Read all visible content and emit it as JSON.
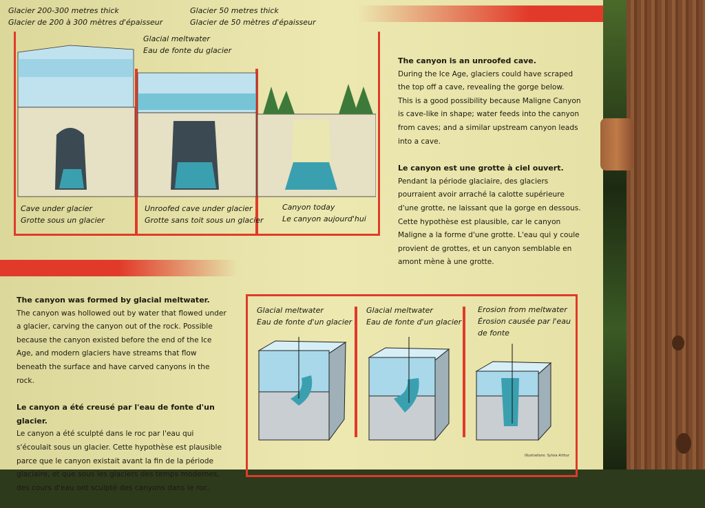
{
  "top_labels": {
    "glacier_thick": [
      "Glacier 200-300 metres thick",
      "Glacier de 200 à 300 mètres d'épaisseur"
    ],
    "glacier_50": [
      "Glacier 50 metres thick",
      "Glacier de 50 mètres d'épaisseur"
    ],
    "meltwater": [
      "Glacial meltwater",
      "Eau de fonte du glacier"
    ]
  },
  "top_captions": [
    [
      "Cave under glacier",
      "Grotte sous un glacier"
    ],
    [
      "Unroofed cave under glacier",
      "Grotte sans toit sous un glacier"
    ],
    [
      "Canyon today",
      "Le canyon aujourd'hui"
    ]
  ],
  "unroofed": {
    "en_title": "The canyon is an unroofed cave.",
    "en_body": "During the Ice Age, glaciers could have scraped the top off a cave, revealing the gorge below. This is a good possibility because Maligne Canyon is cave-like in shape; water feeds into the canyon from caves; and a similar upstream canyon leads into a cave.",
    "fr_title": "Le canyon est une grotte à ciel ouvert.",
    "fr_body": "Pendant la période glaciaire, des glaciers pourraient avoir arraché la calotte supérieure d'une grotte, ne laissant que la gorge en dessous. Cette hypothèse est plausible, car le canyon Maligne a la forme d'une grotte. L'eau qui y coule provient de grottes, et un canyon semblable en amont mène à une grotte."
  },
  "meltwater_section": {
    "en_title": "The canyon was formed by glacial meltwater.",
    "en_body": "The canyon was hollowed out by water that flowed under a glacier, carving the canyon out of the rock. Possible because the canyon existed before the end of the Ice Age, and modern glaciers have streams that flow beneath the surface and have carved canyons in the rock.",
    "fr_title": "Le canyon a été creusé par l'eau de fonte d'un glacier.",
    "fr_body": "Le canyon a été sculpté dans le roc par l'eau qui s'écoulait sous un glacier. Cette hypothèse est plausible parce que le canyon existait avant la fin de la période glaciaire, et que sous les glaciers des temps modernes, des cours d'eau ont sculpté des canyons dans le roc."
  },
  "bottom_captions": [
    "Glacial meltwater\nEau de fonte d'un glacier",
    "Glacial meltwater\nEau de fonte d'un glacier",
    "Erosion from meltwater\nÉrosion causée par l'eau\nde fonte"
  ],
  "credit": "Illustrations: Sylvia Arthur",
  "colors": {
    "accent_red": "#e03a2a",
    "sign_bg": "#e8e3a6",
    "ice": "#8fcbe0",
    "water": "#3aa0b0"
  }
}
